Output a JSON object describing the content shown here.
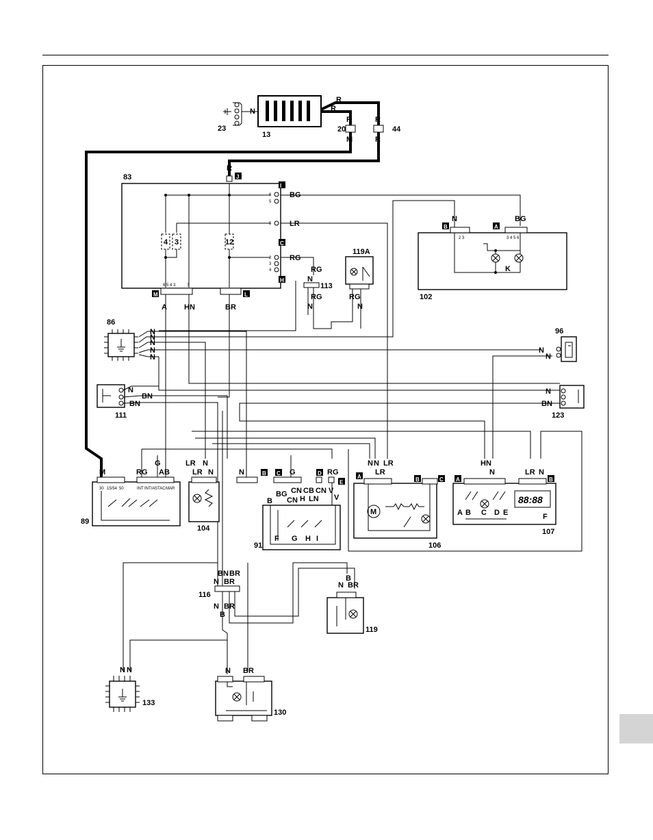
{
  "components": {
    "c23": "23",
    "c13": "13",
    "c20": "20",
    "c44": "44",
    "c83": "83",
    "c119a": "119A",
    "c113": "113",
    "c102": "102",
    "c86": "86",
    "c96": "96",
    "c111": "111",
    "c123": "123",
    "c89": "89",
    "c104": "104",
    "c91": "91",
    "c106": "106",
    "c107": "107",
    "c116": "116",
    "c119": "119",
    "c133": "133",
    "c130": "130"
  },
  "wire_codes": {
    "R": "R",
    "N": "N",
    "M": "M",
    "BG": "BG",
    "LR": "LR",
    "RG": "RG",
    "A": "A",
    "HN": "HN",
    "BR": "BR",
    "BN": "BN",
    "G": "G",
    "AB": "AB",
    "B": "B",
    "CN": "CN",
    "CB": "CB",
    "H": "H",
    "LN": "LN",
    "V": "V"
  },
  "connector_tags": {
    "J": "J",
    "I": "I",
    "C": "C",
    "H": "H",
    "M": "M",
    "L": "L",
    "A": "A",
    "B": "B",
    "D": "D",
    "E": "E"
  },
  "fuse_numbers": {
    "f4": "4",
    "f3": "3",
    "f12": "12"
  },
  "pin_numbers": {
    "p6": "6",
    "p5": "5",
    "p2": "2",
    "p3": "3",
    "p4": "4",
    "p7": "7",
    "p2_3": "2 3",
    "p3456": "3 4 5 6",
    "p6543": "6 5 4 3",
    "ign_30": "30",
    "ign_15_54": "15/54",
    "ign_50": "50",
    "ign_int": "INT",
    "ign_inta": "INT/A",
    "ign_stac": "STAC",
    "ign_mar": "MAR"
  },
  "inner_labels": {
    "K": "K",
    "M": "M",
    "F": "F",
    "G": "G",
    "H": "H",
    "I": "I",
    "A": "A",
    "B": "B",
    "C": "C",
    "D": "D",
    "E": "E",
    "display": "88:88"
  }
}
